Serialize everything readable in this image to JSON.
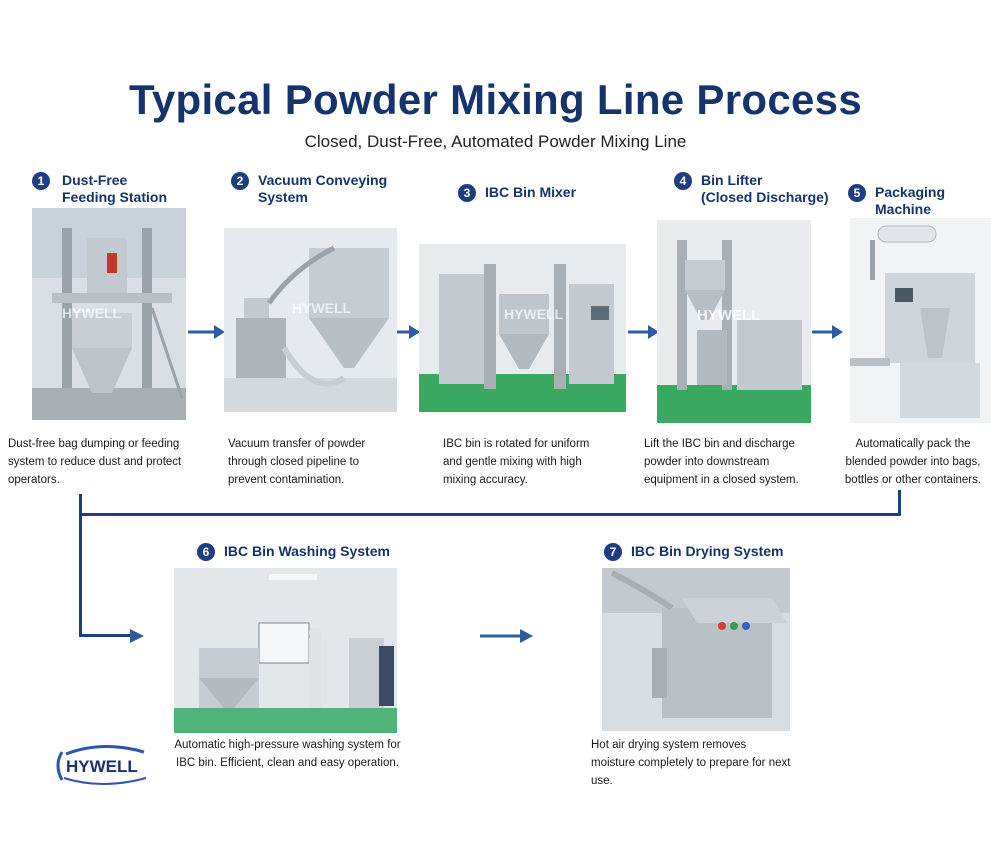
{
  "title": "Typical Powder Mixing Line Process",
  "subtitle": "Closed, Dust-Free, Automated Powder Mixing Line",
  "watermark": "HYWELL",
  "steps": [
    {
      "num": "1",
      "title": "Dust-Free\nFeeding Station",
      "desc": "Dust-free bag dumping or feeding system to reduce dust and protect operators."
    },
    {
      "num": "2",
      "title": "Vacuum Conveying\nSystem",
      "desc": "Vacuum transfer of powder through closed pipeline to prevent contamination."
    },
    {
      "num": "3",
      "title": "IBC Bin Mixer",
      "desc": "IBC bin is rotated for uniform and gentle mixing with high mixing accuracy."
    },
    {
      "num": "4",
      "title": "Bin Lifter\n(Closed Discharge)",
      "desc": "Lift the IBC bin and discharge powder into downstream equipment in a closed system."
    },
    {
      "num": "5",
      "title": "Packaging Machine",
      "desc": "Automatically pack the blended powder into bags, bottles or other containers."
    },
    {
      "num": "6",
      "title": "IBC Bin Washing System",
      "desc": "Automatic high-pressure washing system for IBC bin. Efficient, clean and easy operation."
    },
    {
      "num": "7",
      "title": "IBC Bin Drying System",
      "desc": "Hot air drying system removes moisture completely to prepare for next use."
    }
  ],
  "logo": {
    "text": "HYWELL"
  },
  "colors": {
    "title": "#17336b",
    "badge": "#1f3e82",
    "arrow": "#2f5aa8",
    "floor": "#2fa55a",
    "steel": "#b9c0c6"
  }
}
